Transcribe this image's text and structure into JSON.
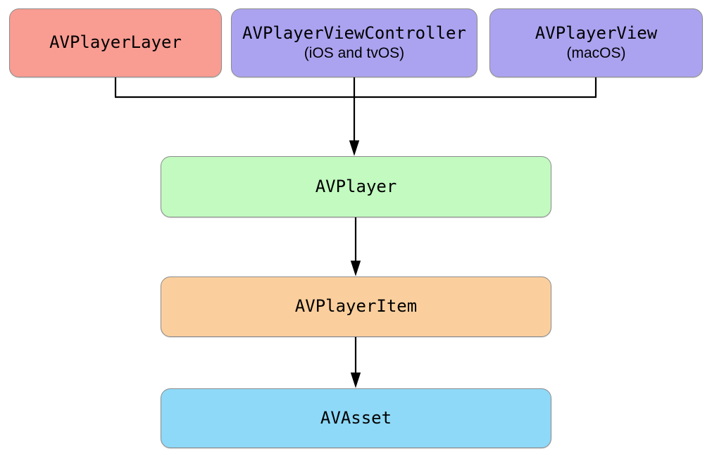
{
  "diagram": {
    "colors": {
      "line": "#000000",
      "border": "#8c8c8c",
      "background": "#ffffff"
    },
    "nodes": {
      "player_layer": {
        "label": "AVPlayerLayer",
        "fill": "#f99c92"
      },
      "player_view_controller": {
        "label": "AVPlayerViewController",
        "sublabel": "(iOS and tvOS)",
        "fill": "#aba3f0"
      },
      "player_view": {
        "label": "AVPlayerView",
        "sublabel": "(macOS)",
        "fill": "#aba3f0"
      },
      "player": {
        "label": "AVPlayer",
        "fill": "#c2fac0"
      },
      "player_item": {
        "label": "AVPlayerItem",
        "fill": "#fbcf9d"
      },
      "asset": {
        "label": "AVAsset",
        "fill": "#8ed9f8"
      }
    },
    "edges": [
      {
        "from": [
          "player_layer",
          "player_view_controller",
          "player_view"
        ],
        "to": "player",
        "arrow": true
      },
      {
        "from": [
          "player"
        ],
        "to": "player_item",
        "arrow": true
      },
      {
        "from": [
          "player_item"
        ],
        "to": "asset",
        "arrow": true
      }
    ]
  }
}
